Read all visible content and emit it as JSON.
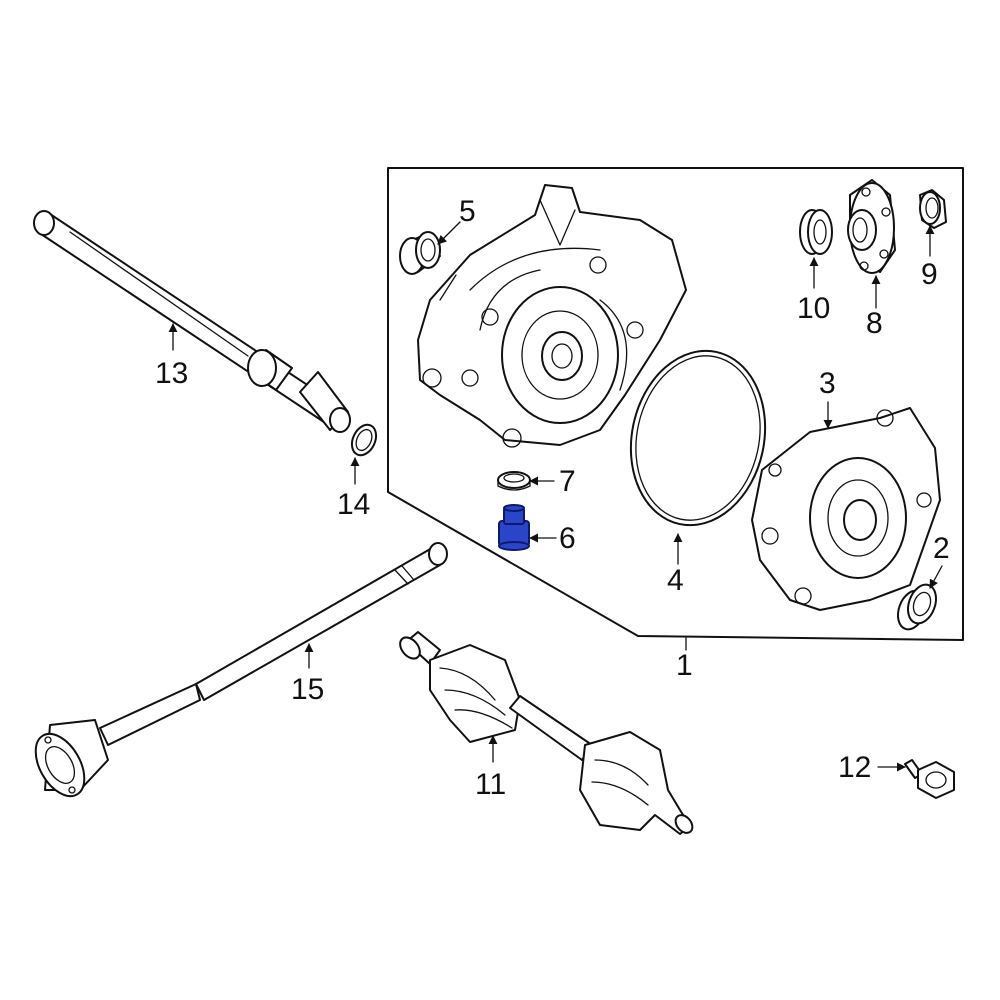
{
  "diagram": {
    "callouts": [
      {
        "id": "1",
        "label": "1"
      },
      {
        "id": "2",
        "label": "2"
      },
      {
        "id": "3",
        "label": "3"
      },
      {
        "id": "4",
        "label": "4"
      },
      {
        "id": "5",
        "label": "5"
      },
      {
        "id": "6",
        "label": "6"
      },
      {
        "id": "7",
        "label": "7"
      },
      {
        "id": "8",
        "label": "8"
      },
      {
        "id": "9",
        "label": "9"
      },
      {
        "id": "10",
        "label": "10"
      },
      {
        "id": "11",
        "label": "11"
      },
      {
        "id": "12",
        "label": "12"
      },
      {
        "id": "13",
        "label": "13"
      },
      {
        "id": "14",
        "label": "14"
      },
      {
        "id": "15",
        "label": "15"
      }
    ],
    "highlighted_part": "6",
    "highlight_color": "#2a45c8",
    "line_color": "#111111"
  }
}
